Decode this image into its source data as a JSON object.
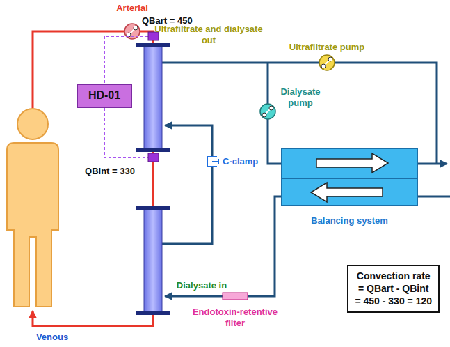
{
  "diagram": {
    "nodes": [
      {
        "text": [
          "HD-01"
        ]
      },
      {
        "text": [
          "Balancing system"
        ]
      },
      {
        "text": [
          "Convection rate",
          "= QBart - QBint",
          "= 450 - 330 = 120"
        ]
      }
    ],
    "labels": [
      "Arterial",
      "QBart = 450",
      "Ultrafiltrate and dialysate out",
      "Ultrafiltrate pump",
      "Dialysate pump",
      "C-clamp",
      "QBint = 330",
      "Dialysate in",
      "Endotoxin-retentive filter",
      "Venous"
    ]
  }
}
